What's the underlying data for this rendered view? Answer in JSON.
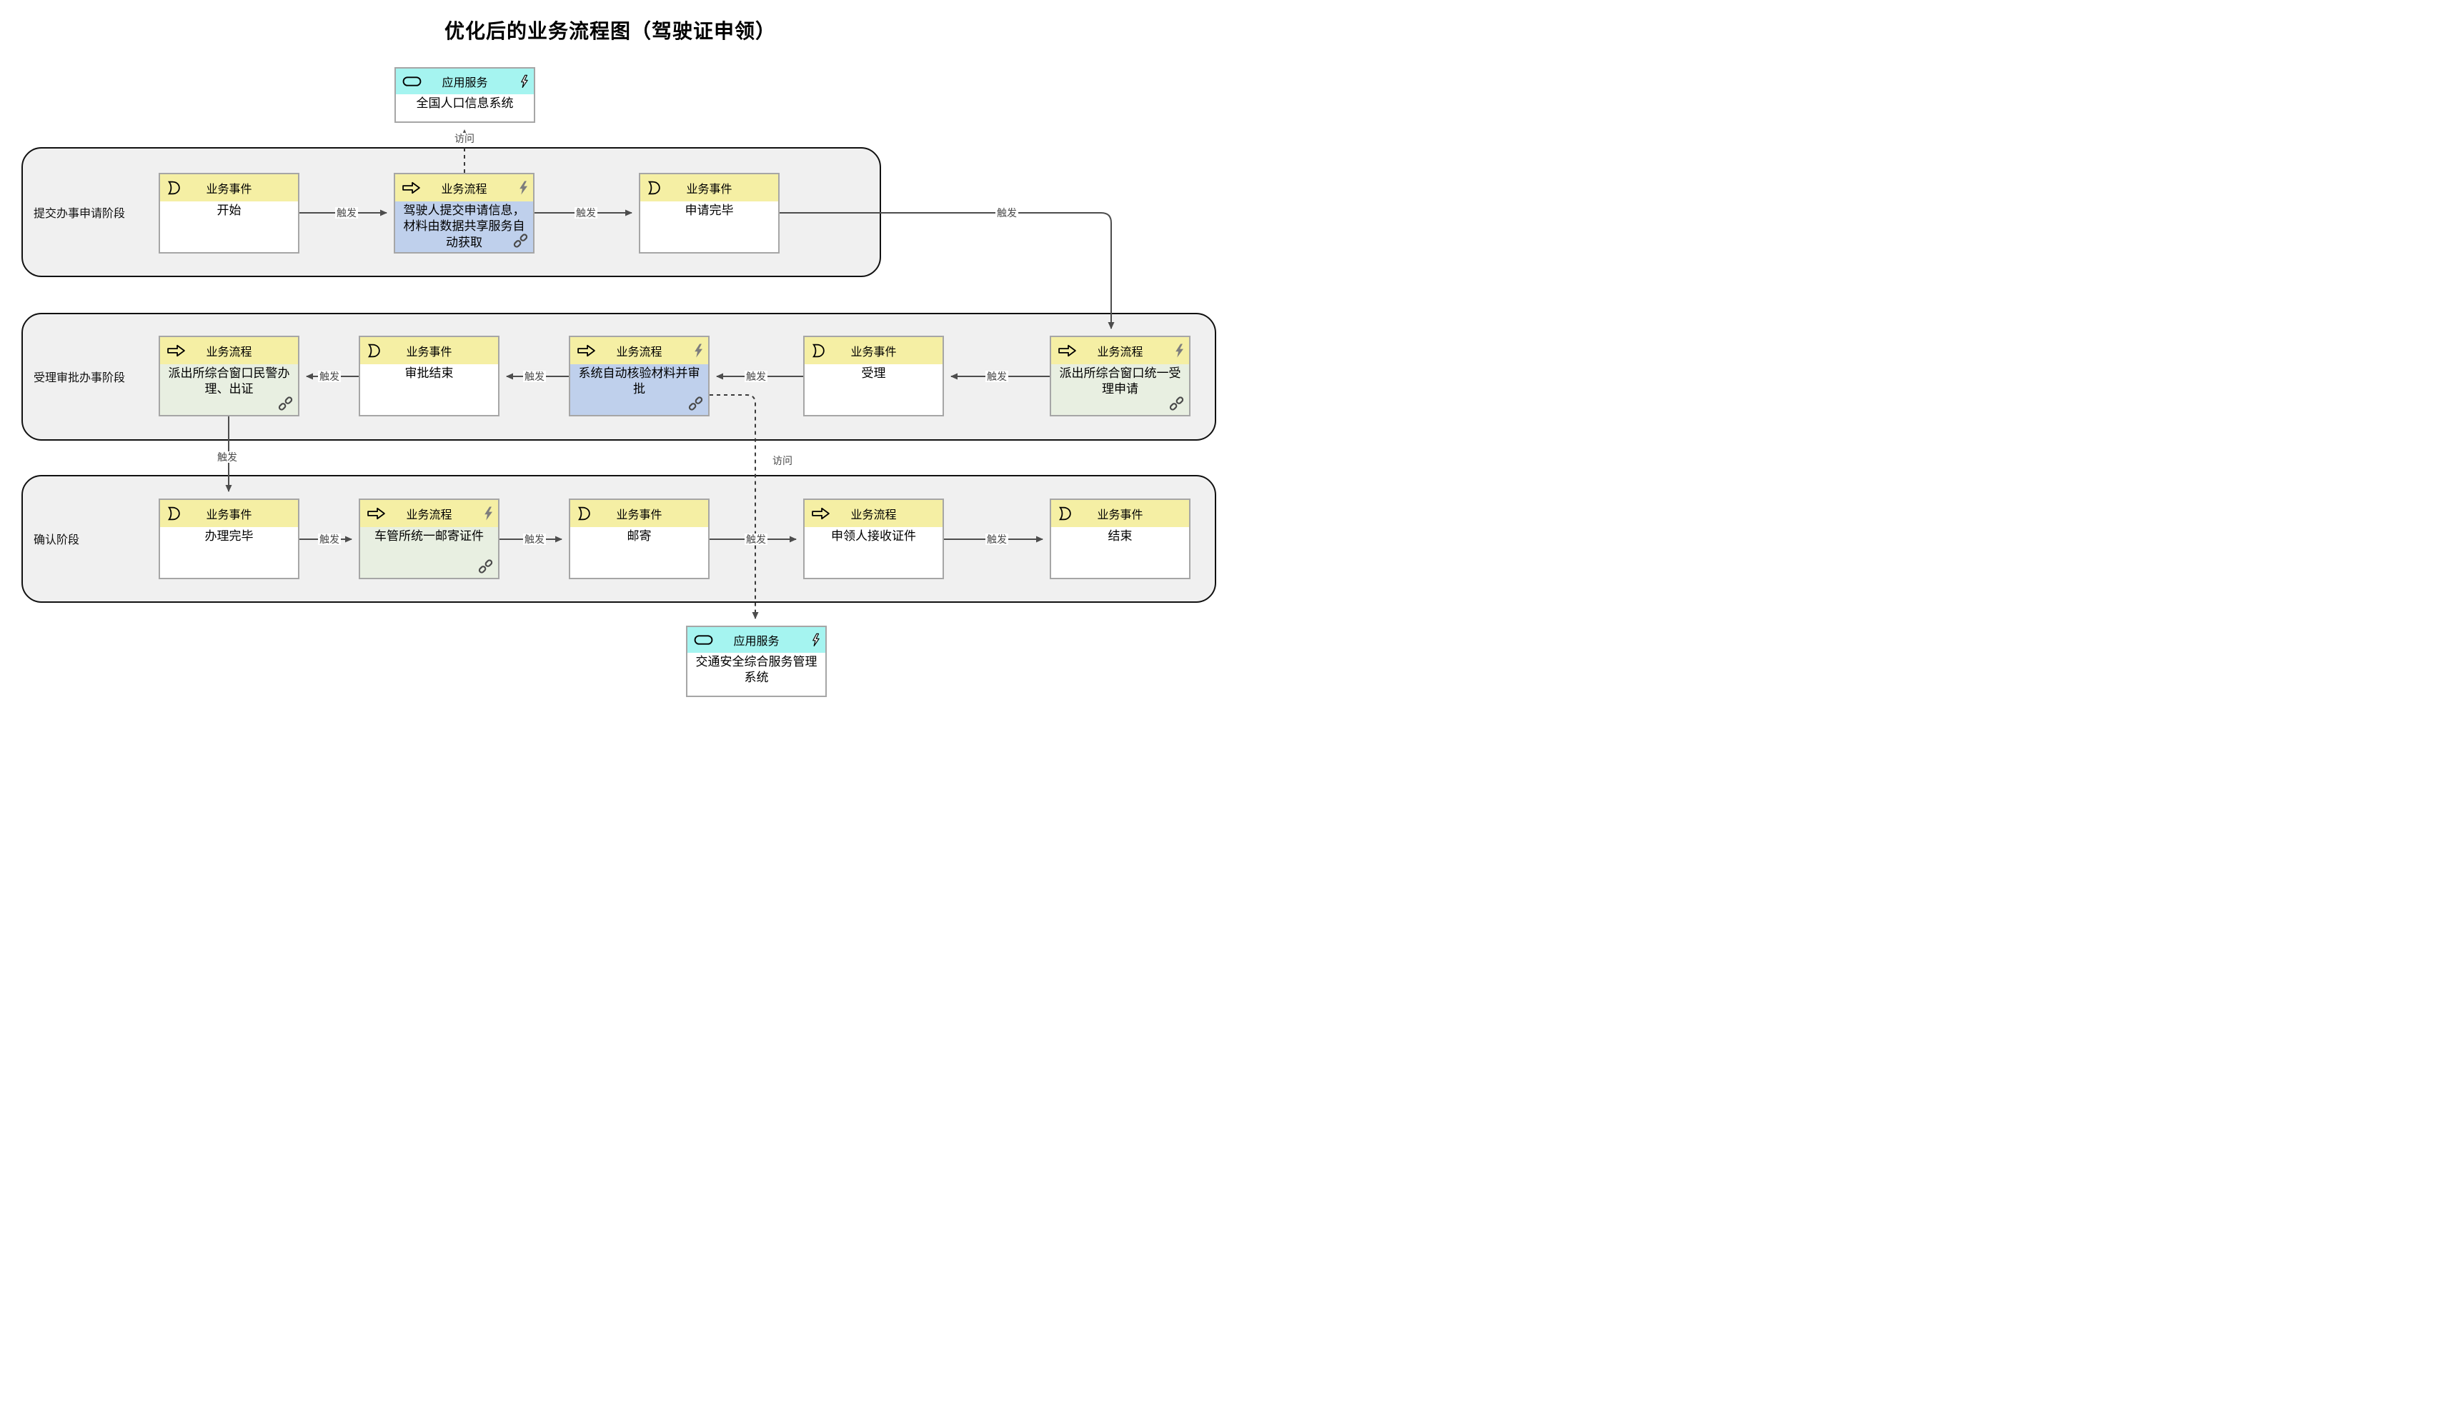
{
  "title": "优化后的业务流程图（驾驶证申领）",
  "colors": {
    "c-yellow": "#f5efa4",
    "c-blue": "#bfd0ec",
    "c-green": "#e8efe1",
    "c-cyan": "#a5f4f0",
    "c-lane": "#f0f0f0",
    "c-box-border": "#a6a6a6",
    "c-arrow": "#4d4d4d",
    "c-label": "#4a4a4a"
  },
  "services": {
    "top": {
      "type_label": "应用服务",
      "name": "全国人口信息系统"
    },
    "bottom": {
      "type_label": "应用服务",
      "name": "交通安全综合服务管理系统"
    }
  },
  "lanes": [
    {
      "label": "提交办事申请阶段",
      "boxes": [
        {
          "kind": "event",
          "type_label": "业务事件",
          "name": "开始"
        },
        {
          "kind": "process",
          "type_label": "业务流程",
          "name": "驾驶人提交申请信息，材料由数据共享服务自动获取"
        },
        {
          "kind": "event",
          "type_label": "业务事件",
          "name": "申请完毕"
        }
      ]
    },
    {
      "label": "受理审批办事阶段",
      "boxes": [
        {
          "kind": "process",
          "type_label": "业务流程",
          "name": "派出所综合窗口民警办理、出证"
        },
        {
          "kind": "event",
          "type_label": "业务事件",
          "name": "审批结束"
        },
        {
          "kind": "process",
          "type_label": "业务流程",
          "name": "系统自动核验材料并审批"
        },
        {
          "kind": "event",
          "type_label": "业务事件",
          "name": "受理"
        },
        {
          "kind": "process",
          "type_label": "业务流程",
          "name": "派出所综合窗口统一受理申请"
        }
      ]
    },
    {
      "label": "确认阶段",
      "boxes": [
        {
          "kind": "event",
          "type_label": "业务事件",
          "name": "办理完毕"
        },
        {
          "kind": "process",
          "type_label": "业务流程",
          "name": "车管所统一邮寄证件"
        },
        {
          "kind": "event",
          "type_label": "业务事件",
          "name": "邮寄"
        },
        {
          "kind": "process",
          "type_label": "业务流程",
          "name": "申领人接收证件"
        },
        {
          "kind": "event",
          "type_label": "业务事件",
          "name": "结束"
        }
      ]
    }
  ],
  "connectors": [
    {
      "from": "开始",
      "to": "驾驶人提交申请信息，材料由数据共享服务自动获取",
      "label": "触发",
      "style": "solid"
    },
    {
      "from": "驾驶人提交申请信息，材料由数据共享服务自动获取",
      "to": "申请完毕",
      "label": "触发",
      "style": "solid"
    },
    {
      "from": "驾驶人提交申请信息，材料由数据共享服务自动获取",
      "to": "全国人口信息系统",
      "label": "访问",
      "style": "dashed"
    },
    {
      "from": "申请完毕",
      "to": "派出所综合窗口统一受理申请",
      "label": "触发",
      "style": "solid"
    },
    {
      "from": "派出所综合窗口统一受理申请",
      "to": "受理",
      "label": "触发",
      "style": "solid"
    },
    {
      "from": "受理",
      "to": "系统自动核验材料并审批",
      "label": "触发",
      "style": "solid"
    },
    {
      "from": "系统自动核验材料并审批",
      "to": "审批结束",
      "label": "触发",
      "style": "solid"
    },
    {
      "from": "审批结束",
      "to": "派出所综合窗口民警办理、出证",
      "label": "触发",
      "style": "solid"
    },
    {
      "from": "系统自动核验材料并审批",
      "to": "交通安全综合服务管理系统",
      "label": "访问",
      "style": "dashed"
    },
    {
      "from": "派出所综合窗口民警办理、出证",
      "to": "办理完毕",
      "label": "触发",
      "style": "solid"
    },
    {
      "from": "办理完毕",
      "to": "车管所统一邮寄证件",
      "label": "触发",
      "style": "solid"
    },
    {
      "from": "车管所统一邮寄证件",
      "to": "邮寄",
      "label": "触发",
      "style": "solid"
    },
    {
      "from": "邮寄",
      "to": "申领人接收证件",
      "label": "触发",
      "style": "solid"
    },
    {
      "from": "申领人接收证件",
      "to": "结束",
      "label": "触发",
      "style": "solid"
    }
  ]
}
